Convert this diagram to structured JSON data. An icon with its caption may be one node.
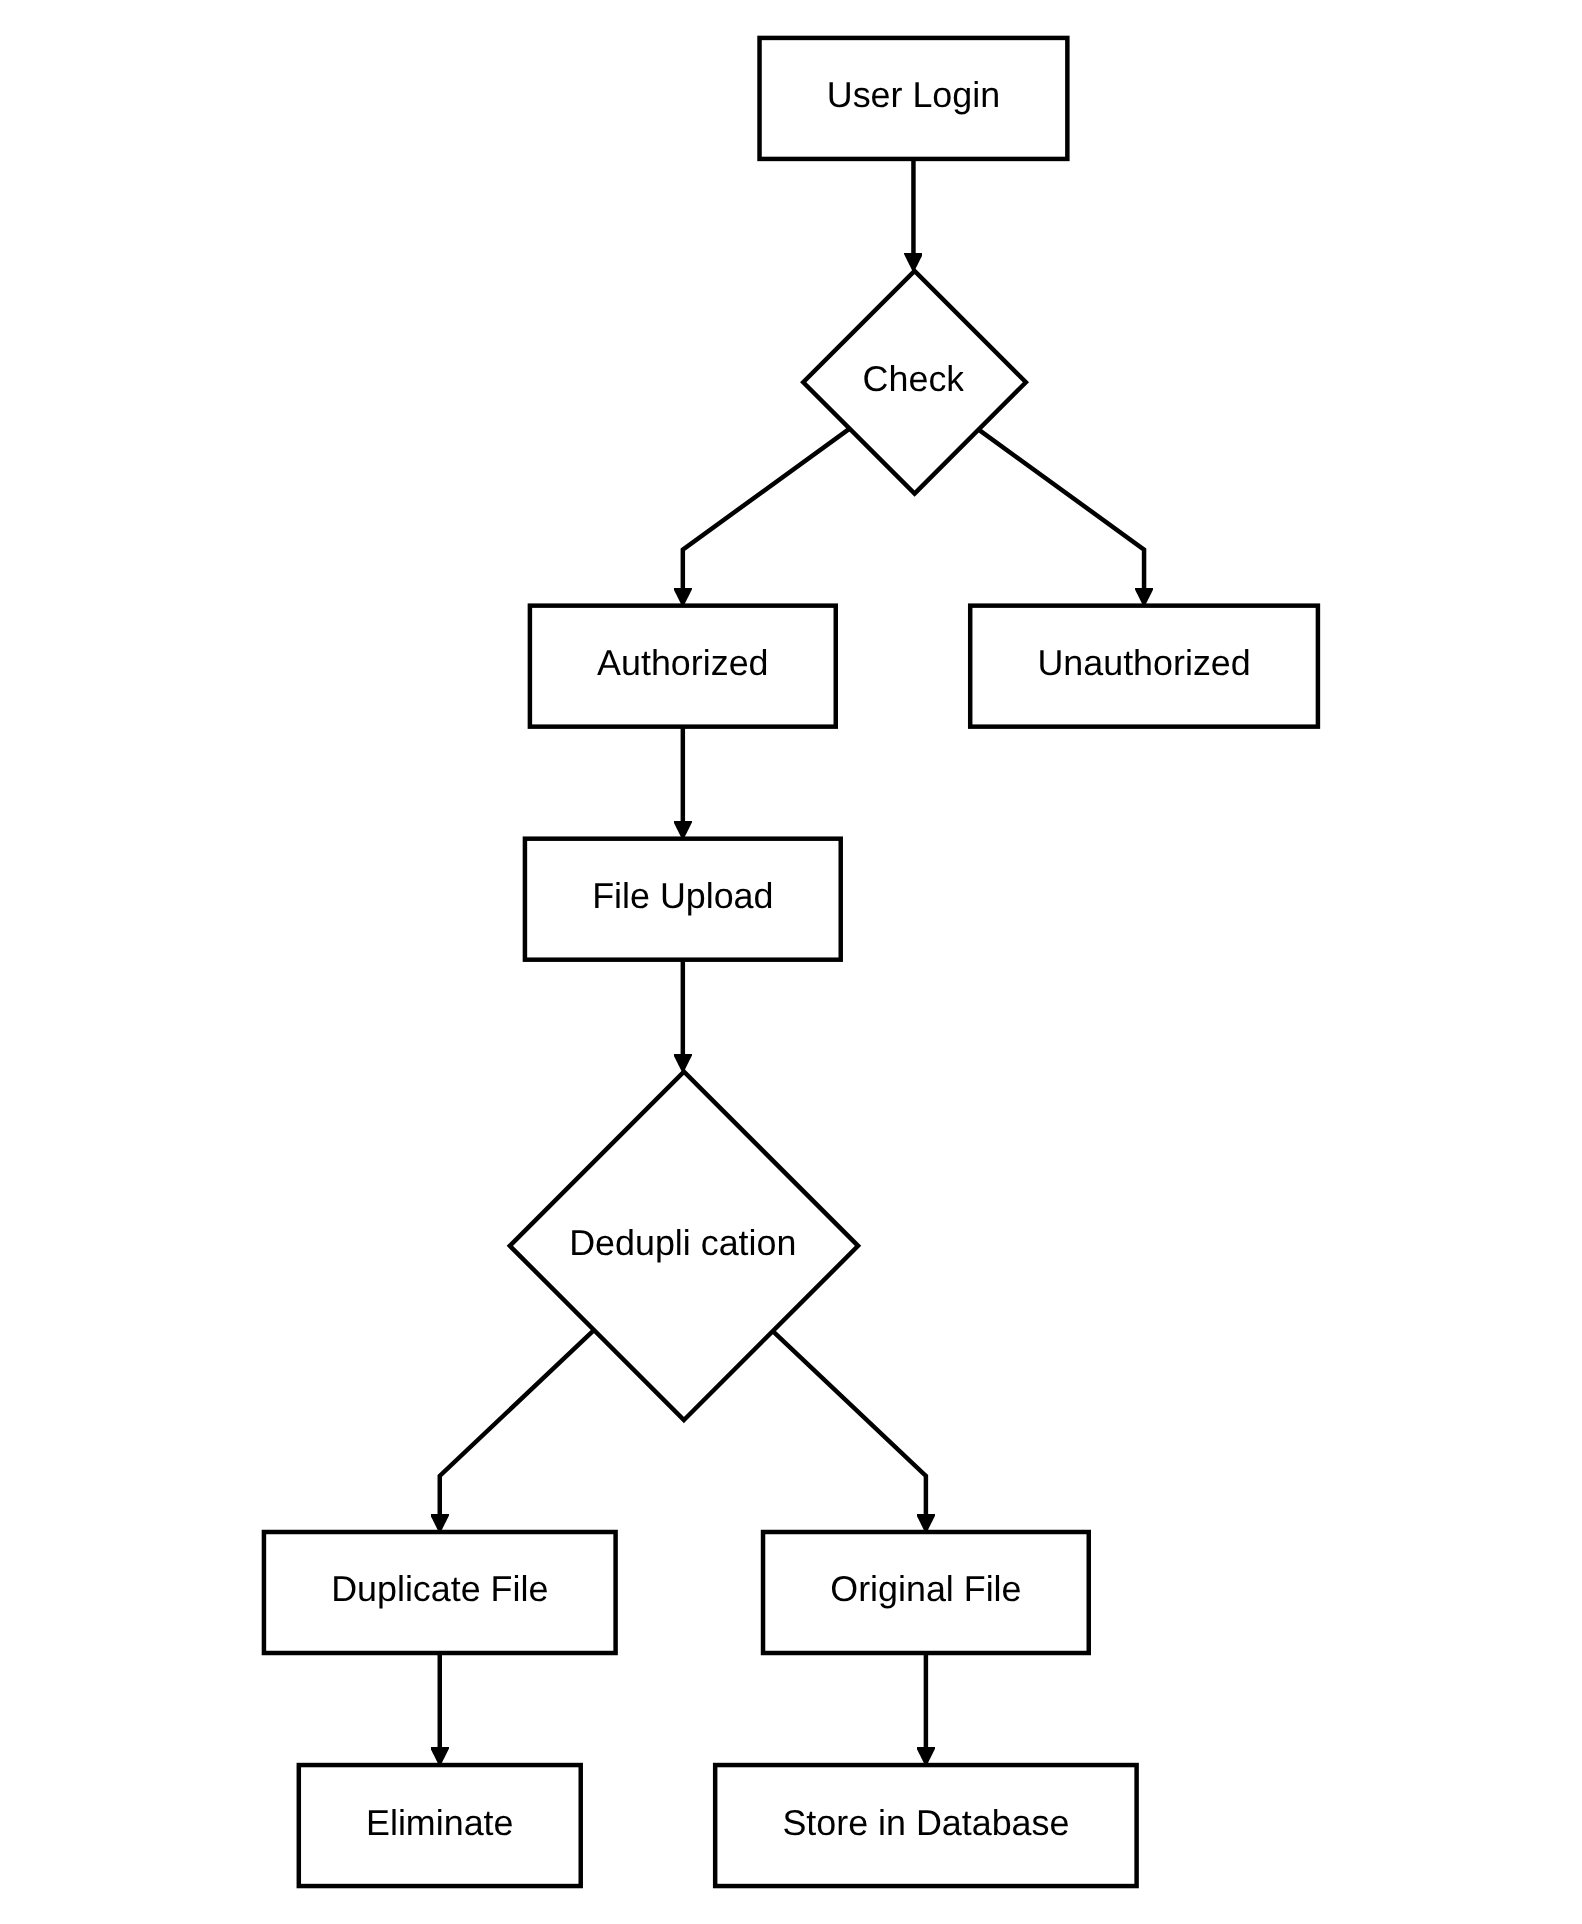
{
  "diagram": {
    "nodes": [
      {
        "text": [
          "User Login"
        ]
      },
      {
        "text": [
          "Check"
        ]
      },
      {
        "text": [
          "Authorized"
        ]
      },
      {
        "text": [
          "Unauthorized"
        ]
      },
      {
        "text": [
          "File Upload"
        ]
      },
      {
        "text": [
          "Dedupli cation"
        ]
      },
      {
        "text": [
          "Duplicate File"
        ]
      },
      {
        "text": [
          "Original File"
        ]
      },
      {
        "text": [
          "Eliminate"
        ]
      },
      {
        "text": [
          "Store in Database"
        ]
      }
    ],
    "edges": [
      {
        "from": 0,
        "to": 1,
        "arrow": "to"
      },
      {
        "from": 1,
        "to": 2,
        "arrow": "to"
      },
      {
        "from": 1,
        "to": 3,
        "arrow": "to"
      },
      {
        "from": 2,
        "to": 4,
        "arrow": "to"
      },
      {
        "from": 4,
        "to": 5,
        "arrow": "to"
      },
      {
        "from": 5,
        "to": 6,
        "arrow": "to"
      },
      {
        "from": 5,
        "to": 7,
        "arrow": "to"
      },
      {
        "from": 6,
        "to": 8,
        "arrow": "to"
      },
      {
        "from": 7,
        "to": 9,
        "arrow": "to"
      }
    ]
  }
}
